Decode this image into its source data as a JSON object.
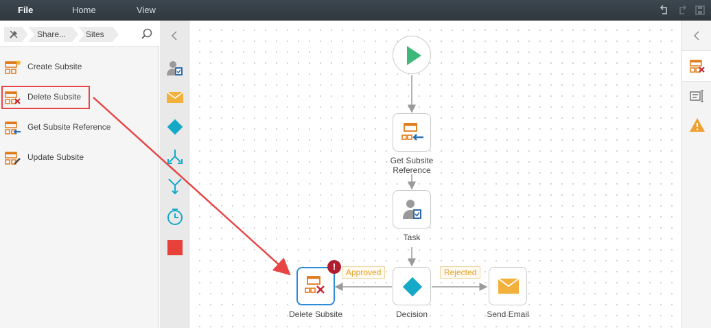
{
  "menu": {
    "file": "File",
    "home": "Home",
    "view": "View"
  },
  "breadcrumb": {
    "items": [
      "Share...",
      "Sites"
    ]
  },
  "actions": [
    {
      "label": "Create Subsite",
      "icon": "create-subsite-icon"
    },
    {
      "label": "Delete Subsite",
      "icon": "delete-subsite-icon"
    },
    {
      "label": "Get Subsite Reference",
      "icon": "get-subsite-reference-icon"
    },
    {
      "label": "Update Subsite",
      "icon": "update-subsite-icon"
    }
  ],
  "toolbox": [
    "task-icon",
    "email-icon",
    "decision-icon",
    "split-icon",
    "merge-icon",
    "timer-icon",
    "end-icon"
  ],
  "workflow": {
    "start": {
      "icon": "start-play-icon"
    },
    "nodes": {
      "get_ref": {
        "label_line1": "Get Subsite",
        "label_line2": "Reference"
      },
      "task": {
        "label": "Task"
      },
      "decision": {
        "label": "Decision"
      },
      "delete": {
        "label": "Delete Subsite",
        "badge": "!"
      },
      "email": {
        "label": "Send Email"
      }
    },
    "conditions": {
      "approved": "Approved",
      "rejected": "Rejected"
    }
  },
  "colors": {
    "accent_orange": "#e88a1a",
    "decision_teal": "#14a9c8",
    "start_green": "#3cb878",
    "highlight_red": "#e84545",
    "error_red": "#b01c2e",
    "select_blue": "#2f8ad8"
  }
}
